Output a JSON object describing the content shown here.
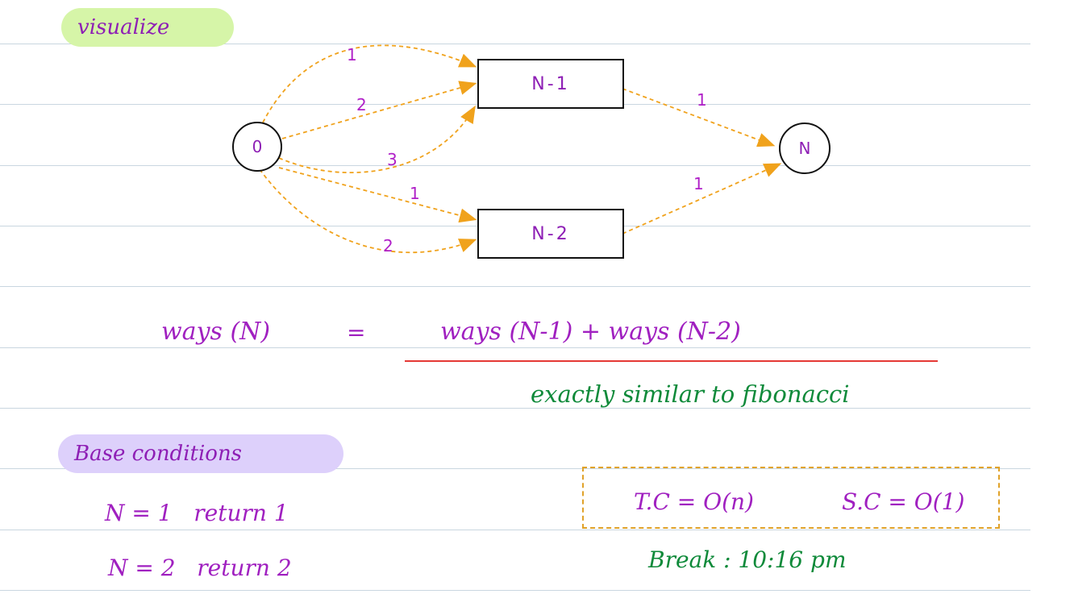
{
  "labels": {
    "visualize": "visualize",
    "base_conditions": "Base conditions"
  },
  "nodes": {
    "start": "0",
    "n_minus_1": "N-1",
    "n_minus_2": "N-2",
    "end": "N"
  },
  "edge_labels": {
    "start_to_n1_a": "1",
    "start_to_n1_b": "2",
    "start_to_n1_c": "3",
    "start_to_n2_a": "1",
    "start_to_n2_b": "2",
    "n1_to_end": "1",
    "n2_to_end": "1"
  },
  "formula": {
    "lhs": "ways (N)",
    "equals": "=",
    "rhs": "ways (N-1) + ways (N-2)",
    "note": "exactly similar to fibonacci"
  },
  "base_cases": {
    "case1": "N = 1   return 1",
    "case2": "N = 2   return 2"
  },
  "complexity": {
    "time": "T.C = O(n)",
    "space": "S.C = O(1)"
  },
  "break_note": "Break : 10:16 pm",
  "colors": {
    "handwriting": "#a020c0",
    "note_green": "#0f8a3a",
    "edge_orange": "#f0a21c",
    "underline_red": "#e53935",
    "highlight_green": "#d6f5a8",
    "highlight_purple": "#ddd0fb"
  }
}
